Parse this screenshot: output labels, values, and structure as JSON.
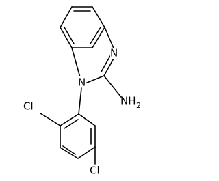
{
  "molecule": {
    "atom_labels": {
      "imidazole_n": "N",
      "ring_n1": "N",
      "amine": "NH",
      "amine_sub": "2",
      "chloro_left": "Cl",
      "chloro_right": "Cl"
    },
    "colors": {
      "bond": "#000000",
      "text": "#000000",
      "background": "#ffffff"
    }
  }
}
